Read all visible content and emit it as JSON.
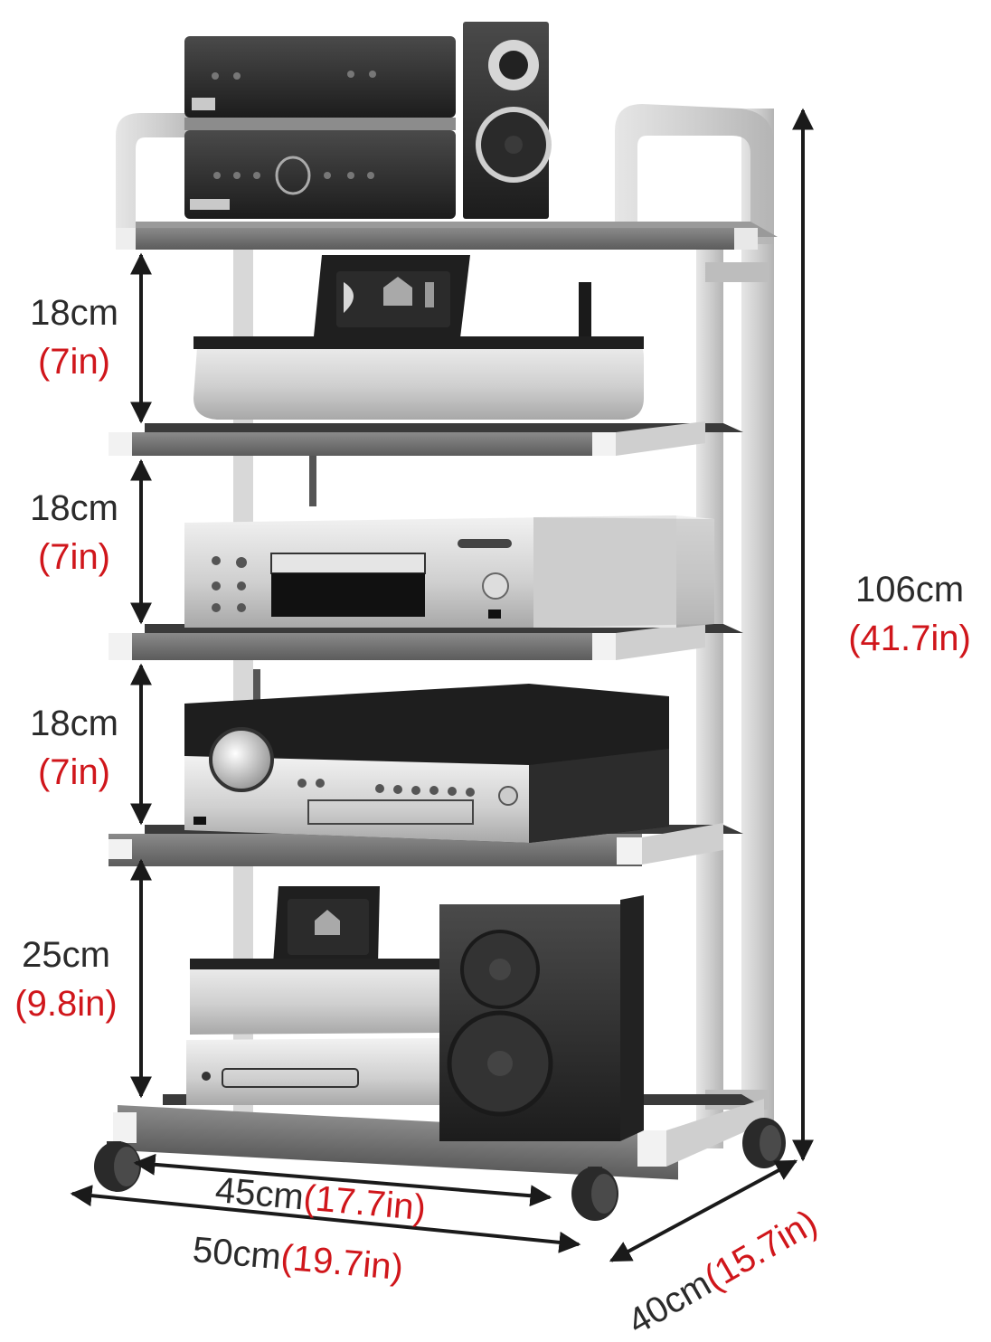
{
  "product": {
    "type": "5-tier audio/AV equipment rack with casters",
    "frame_color": "#c8c8c8",
    "shelf_color": "#6e6e6e"
  },
  "colors": {
    "metric_text": "#2b2b2b",
    "imperial_text": "#d0161b",
    "arrow": "#1a1a1a",
    "background": "#ffffff"
  },
  "dimensions": {
    "shelf_gaps": [
      {
        "metric": "18cm",
        "imperial": "(7in)"
      },
      {
        "metric": "18cm",
        "imperial": "(7in)"
      },
      {
        "metric": "18cm",
        "imperial": "(7in)"
      },
      {
        "metric": "25cm",
        "imperial": "(9.8in)"
      }
    ],
    "total_height": {
      "metric": "106cm",
      "imperial": "(41.7in)"
    },
    "shelf_width": {
      "metric": "45cm",
      "imperial": "(17.7in)"
    },
    "overall_width": {
      "metric": "50cm",
      "imperial": "(19.7in)"
    },
    "depth": {
      "metric": "40cm",
      "imperial": "(15.7in)"
    }
  },
  "shelves": [
    {
      "tier": 1,
      "items": [
        "stacked black hi-fi units",
        "black bookshelf speaker"
      ]
    },
    {
      "tier": 2,
      "items": [
        "streaming hub with touchscreen",
        "silver base unit"
      ]
    },
    {
      "tier": 3,
      "items": [
        "silver CD player"
      ]
    },
    {
      "tier": 4,
      "items": [
        "AV receiver with volume knob"
      ]
    },
    {
      "tier": 5,
      "items": [
        "streaming hub with touchscreen",
        "silver disc unit",
        "black bookshelf speaker"
      ]
    }
  ]
}
